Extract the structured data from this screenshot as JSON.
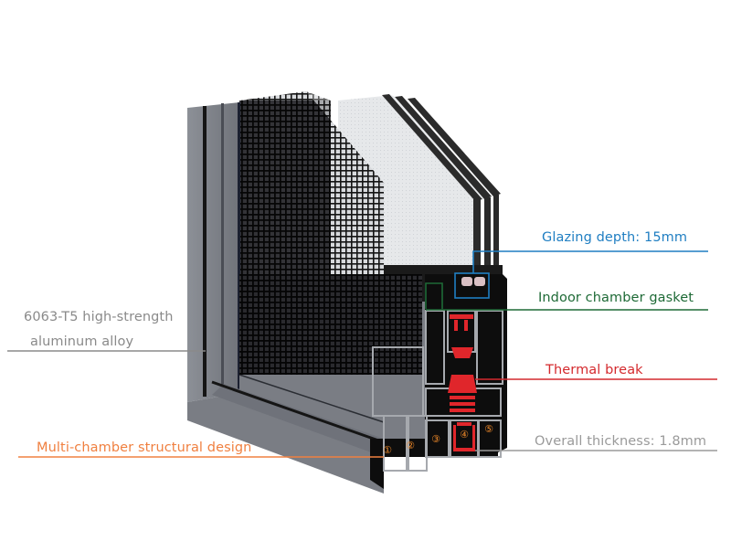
{
  "diagram": {
    "subject": "Thermal-break aluminum window profile cross-section",
    "annotations": [
      {
        "id": "glazing",
        "text": "Glazing depth: 15mm",
        "color": "#1f7ec2"
      },
      {
        "id": "gasket",
        "text": "Indoor chamber gasket",
        "color": "#1e6a36"
      },
      {
        "id": "thermal",
        "text": "Thermal break",
        "color": "#d42a2e"
      },
      {
        "id": "thickness",
        "text": "Overall thickness: 1.8mm",
        "color": "#9a9a9a"
      },
      {
        "id": "alloy",
        "text_line1": "6063-T5 high-strength",
        "text_line2": "aluminum alloy",
        "color": "#8a8a8a"
      },
      {
        "id": "multichamber",
        "text": "Multi-chamber structural design",
        "color": "#f08040"
      }
    ],
    "chamber_numbers": [
      "①",
      "②",
      "③",
      "④",
      "⑤"
    ],
    "colors": {
      "frame": "#7d8087",
      "frame_light": "#9a9da4",
      "section_dark": "#111111",
      "thermal_break": "#e0262b",
      "number_orange": "#f08a2a"
    }
  }
}
